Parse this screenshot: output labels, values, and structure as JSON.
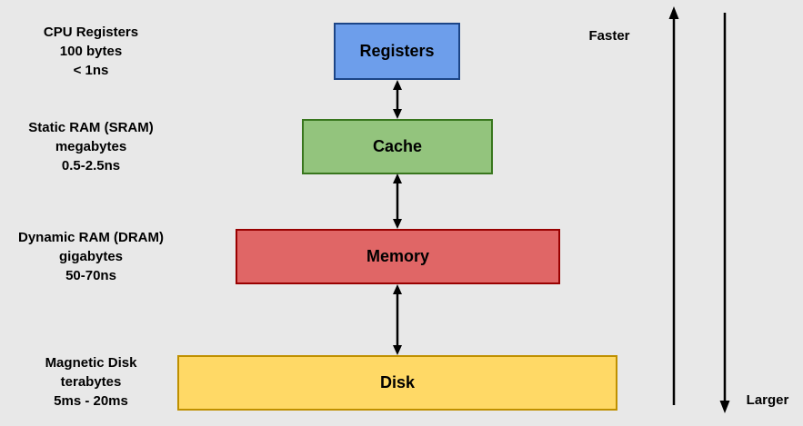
{
  "colors": {
    "background": "#e8e8e8",
    "arrow": "#000000",
    "text": "#000000"
  },
  "levels": [
    {
      "name": "Registers",
      "box_fill": "#6d9eeb",
      "box_border": "#1c4587",
      "technology": "CPU Registers",
      "capacity": "100 bytes",
      "latency": "< 1ns"
    },
    {
      "name": "Cache",
      "box_fill": "#93c47d",
      "box_border": "#38761d",
      "technology": "Static RAM (SRAM)",
      "capacity": "megabytes",
      "latency": "0.5-2.5ns"
    },
    {
      "name": "Memory",
      "box_fill": "#e06666",
      "box_border": "#990000",
      "technology": "Dynamic RAM (DRAM)",
      "capacity": "gigabytes",
      "latency": "50-70ns"
    },
    {
      "name": "Disk",
      "box_fill": "#ffd966",
      "box_border": "#bf9000",
      "technology": "Magnetic Disk",
      "capacity": "terabytes",
      "latency": "5ms - 20ms"
    }
  ],
  "axes": {
    "faster_label": "Faster",
    "larger_label": "Larger"
  }
}
